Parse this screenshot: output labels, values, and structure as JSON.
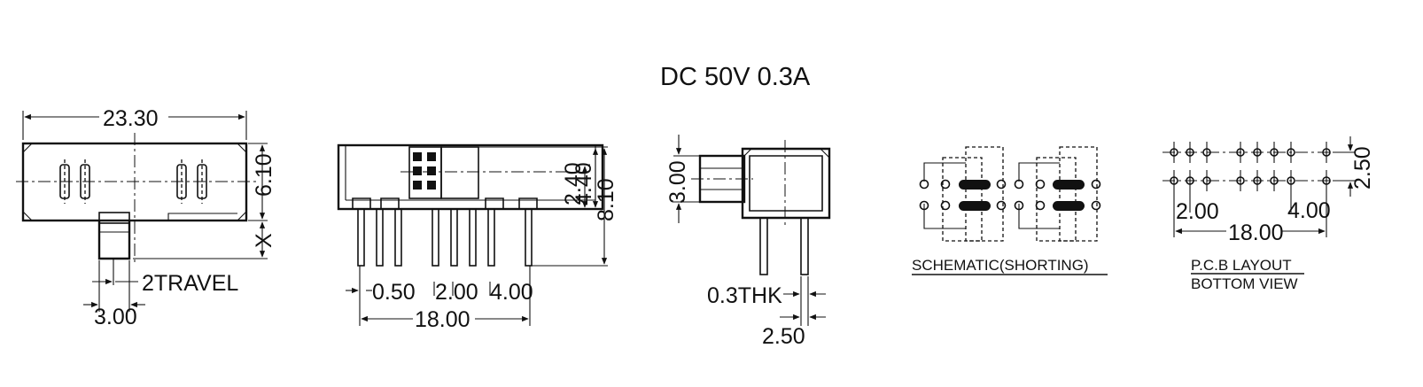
{
  "header": {
    "rating": "DC  50V  0.3A"
  },
  "front_view": {
    "width": "23.30",
    "height": "6.10",
    "actuator_height": "X",
    "travel": "2TRAVEL",
    "actuator_width": "3.00"
  },
  "side_view": {
    "pin_width": "0.50",
    "pin_pitch": "2.00",
    "group_pitch": "4.00",
    "pin_span": "18.00",
    "height_a": "2.40",
    "height_b": "4.40",
    "height_c": "8.10"
  },
  "end_view": {
    "actuator_size": "3.00",
    "thickness": "0.3THK",
    "row_pitch": "2.50"
  },
  "schematic": {
    "caption": "SCHEMATIC(SHORTING)"
  },
  "pcb_layout": {
    "caption_line1": "P.C.B LAYOUT",
    "caption_line2": "BOTTOM VIEW",
    "pitch": "2.00",
    "group_pitch": "4.00",
    "span": "18.00",
    "row_pitch": "2.50"
  }
}
